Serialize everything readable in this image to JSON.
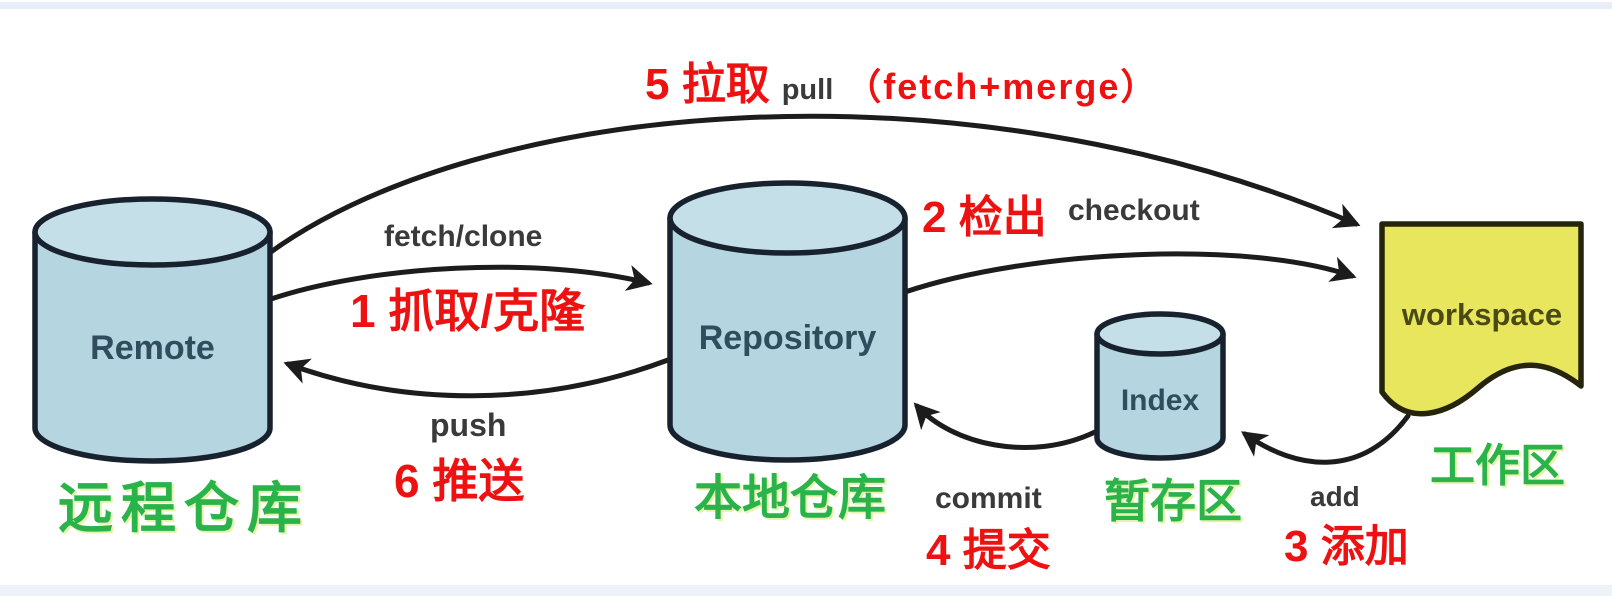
{
  "colors": {
    "red": "#ee1111",
    "green": "#2bb34b",
    "annotation": "#3a3a3a",
    "arrow": "#1c1c1c",
    "cylinder_fill": "#b5d5e0",
    "cylinder_top_fill": "#c4dfe8",
    "cylinder_stroke": "#17222e",
    "cylinder_label": "#2f4d5c",
    "workspace_fill": "#e7e65c",
    "workspace_stroke": "#26250c",
    "workspace_label": "#4b4a14",
    "strip": "#e8edf7",
    "strip_bottom": "#edf1f8"
  },
  "nodes": {
    "remote": {
      "label": "Remote",
      "caption": "远程仓库"
    },
    "repository": {
      "label": "Repository",
      "caption": "本地仓库"
    },
    "index": {
      "label": "Index",
      "caption": "暂存区"
    },
    "workspace": {
      "label": "workspace",
      "caption": "工作区"
    }
  },
  "edges": {
    "pull": {
      "step": "5 拉取",
      "command": "pull",
      "detail": "（fetch+merge）"
    },
    "fetch_clone": {
      "command": "fetch/clone",
      "step": "1 抓取/克隆"
    },
    "checkout": {
      "step": "2 检出",
      "command": "checkout"
    },
    "push": {
      "command": "push",
      "step": "6 推送"
    },
    "commit": {
      "command": "commit",
      "step": "4 提交"
    },
    "add": {
      "command": "add",
      "step": "3 添加"
    }
  }
}
